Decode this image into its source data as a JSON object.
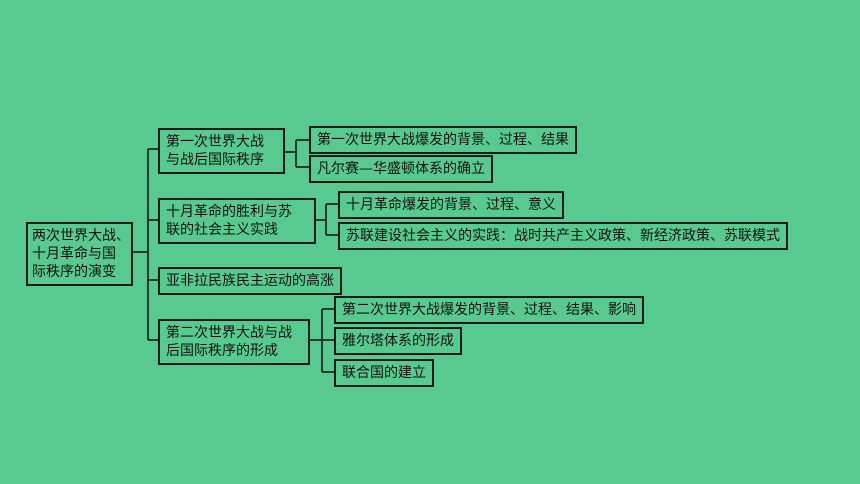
{
  "root": {
    "lines": [
      "两次世界大战、",
      "十月革命与国",
      "际秩序的演变"
    ]
  },
  "branches": [
    {
      "lines": [
        "第一次世界大战",
        "与战后国际秩序"
      ],
      "leaves": [
        "第一次世界大战爆发的背景、过程、结果",
        "凡尔赛—华盛顿体系的确立"
      ]
    },
    {
      "lines": [
        "十月革命的胜利与苏",
        "联的社会主义实践"
      ],
      "leaves": [
        "十月革命爆发的背景、过程、意义",
        "苏联建设社会主义的实践：战时共产主义政策、新经济政策、苏联模式"
      ]
    },
    {
      "lines": [
        "亚非拉民族民主运动的高涨"
      ],
      "leaves": []
    },
    {
      "lines": [
        "第二次世界大战与战",
        "后国际秩序的形成"
      ],
      "leaves": [
        "第二次世界大战爆发的背景、过程、结果、影响",
        "雅尔塔体系的形成",
        "联合国的建立"
      ]
    }
  ]
}
